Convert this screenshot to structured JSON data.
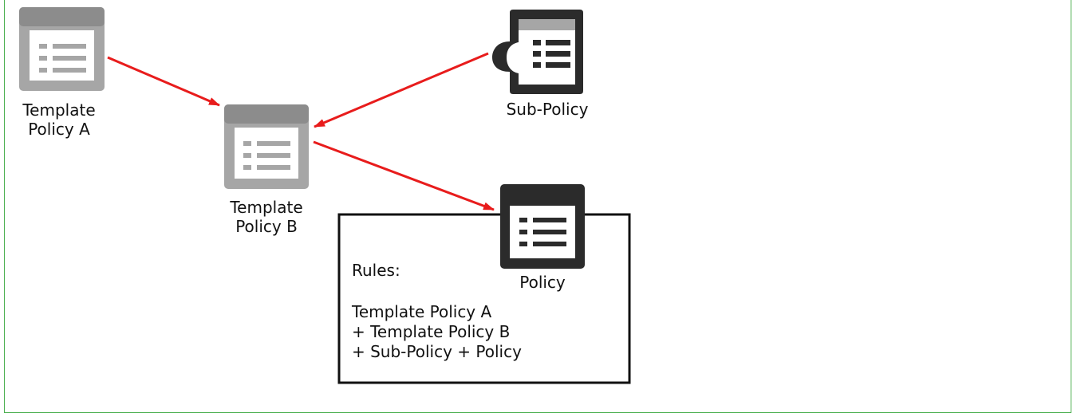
{
  "nodes": {
    "template_a": {
      "label_line1": "Template",
      "label_line2": "Policy A",
      "icon": "template-policy-icon"
    },
    "template_b": {
      "label_line1": "Template",
      "label_line2": "Policy B",
      "icon": "template-policy-icon"
    },
    "sub_policy": {
      "label": "Sub-Policy",
      "icon": "sub-policy-puzzle-icon"
    },
    "policy": {
      "label": "Policy",
      "icon": "policy-icon"
    }
  },
  "rules_box": {
    "heading": "Rules:",
    "line1": "Template Policy A",
    "line2": "+ Template Policy B",
    "line3": "+ Sub-Policy + Policy"
  },
  "colors": {
    "arrow": "#e81c1c",
    "template_icon": "#a6a6a6",
    "template_icon_header": "#8c8c8c",
    "policy_icon": "#2b2b2b",
    "frame_border": "#4caf50"
  }
}
